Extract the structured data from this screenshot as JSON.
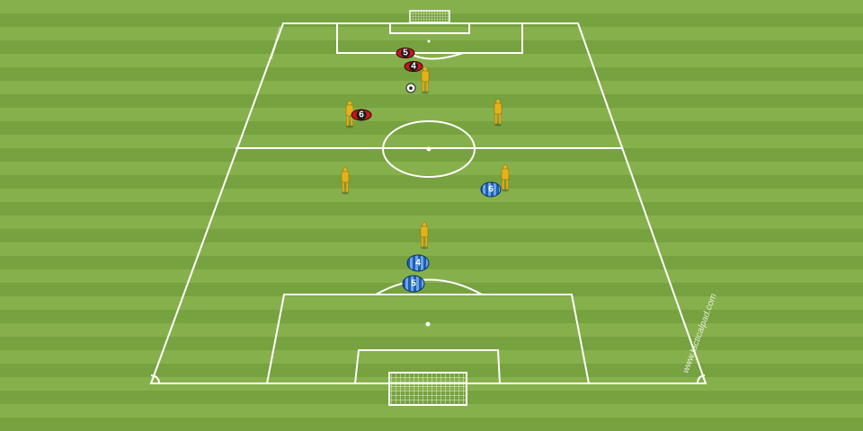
{
  "watermark": {
    "side_text": "www.tacticalpad.com",
    "top_text": "www.tacticalpad.com"
  },
  "colors": {
    "grass_light": "#86b04c",
    "grass_dark": "#76a23f",
    "lines": "#ffffff",
    "cone": "#e3b21b",
    "red_team": "#c8161d",
    "blue_team": "#1e5fb4"
  },
  "players": {
    "red": [
      {
        "number": "5"
      },
      {
        "number": "4"
      },
      {
        "number": "6"
      }
    ],
    "blue": [
      {
        "number": "6"
      },
      {
        "number": "4"
      },
      {
        "number": "5"
      }
    ]
  },
  "objects": {
    "ball": "soccer-ball-icon",
    "cones": [
      "cone-icon",
      "cone-icon",
      "cone-icon",
      "cone-icon",
      "cone-icon",
      "cone-icon"
    ],
    "goals": [
      "goal-net-icon",
      "goal-net-icon"
    ]
  }
}
